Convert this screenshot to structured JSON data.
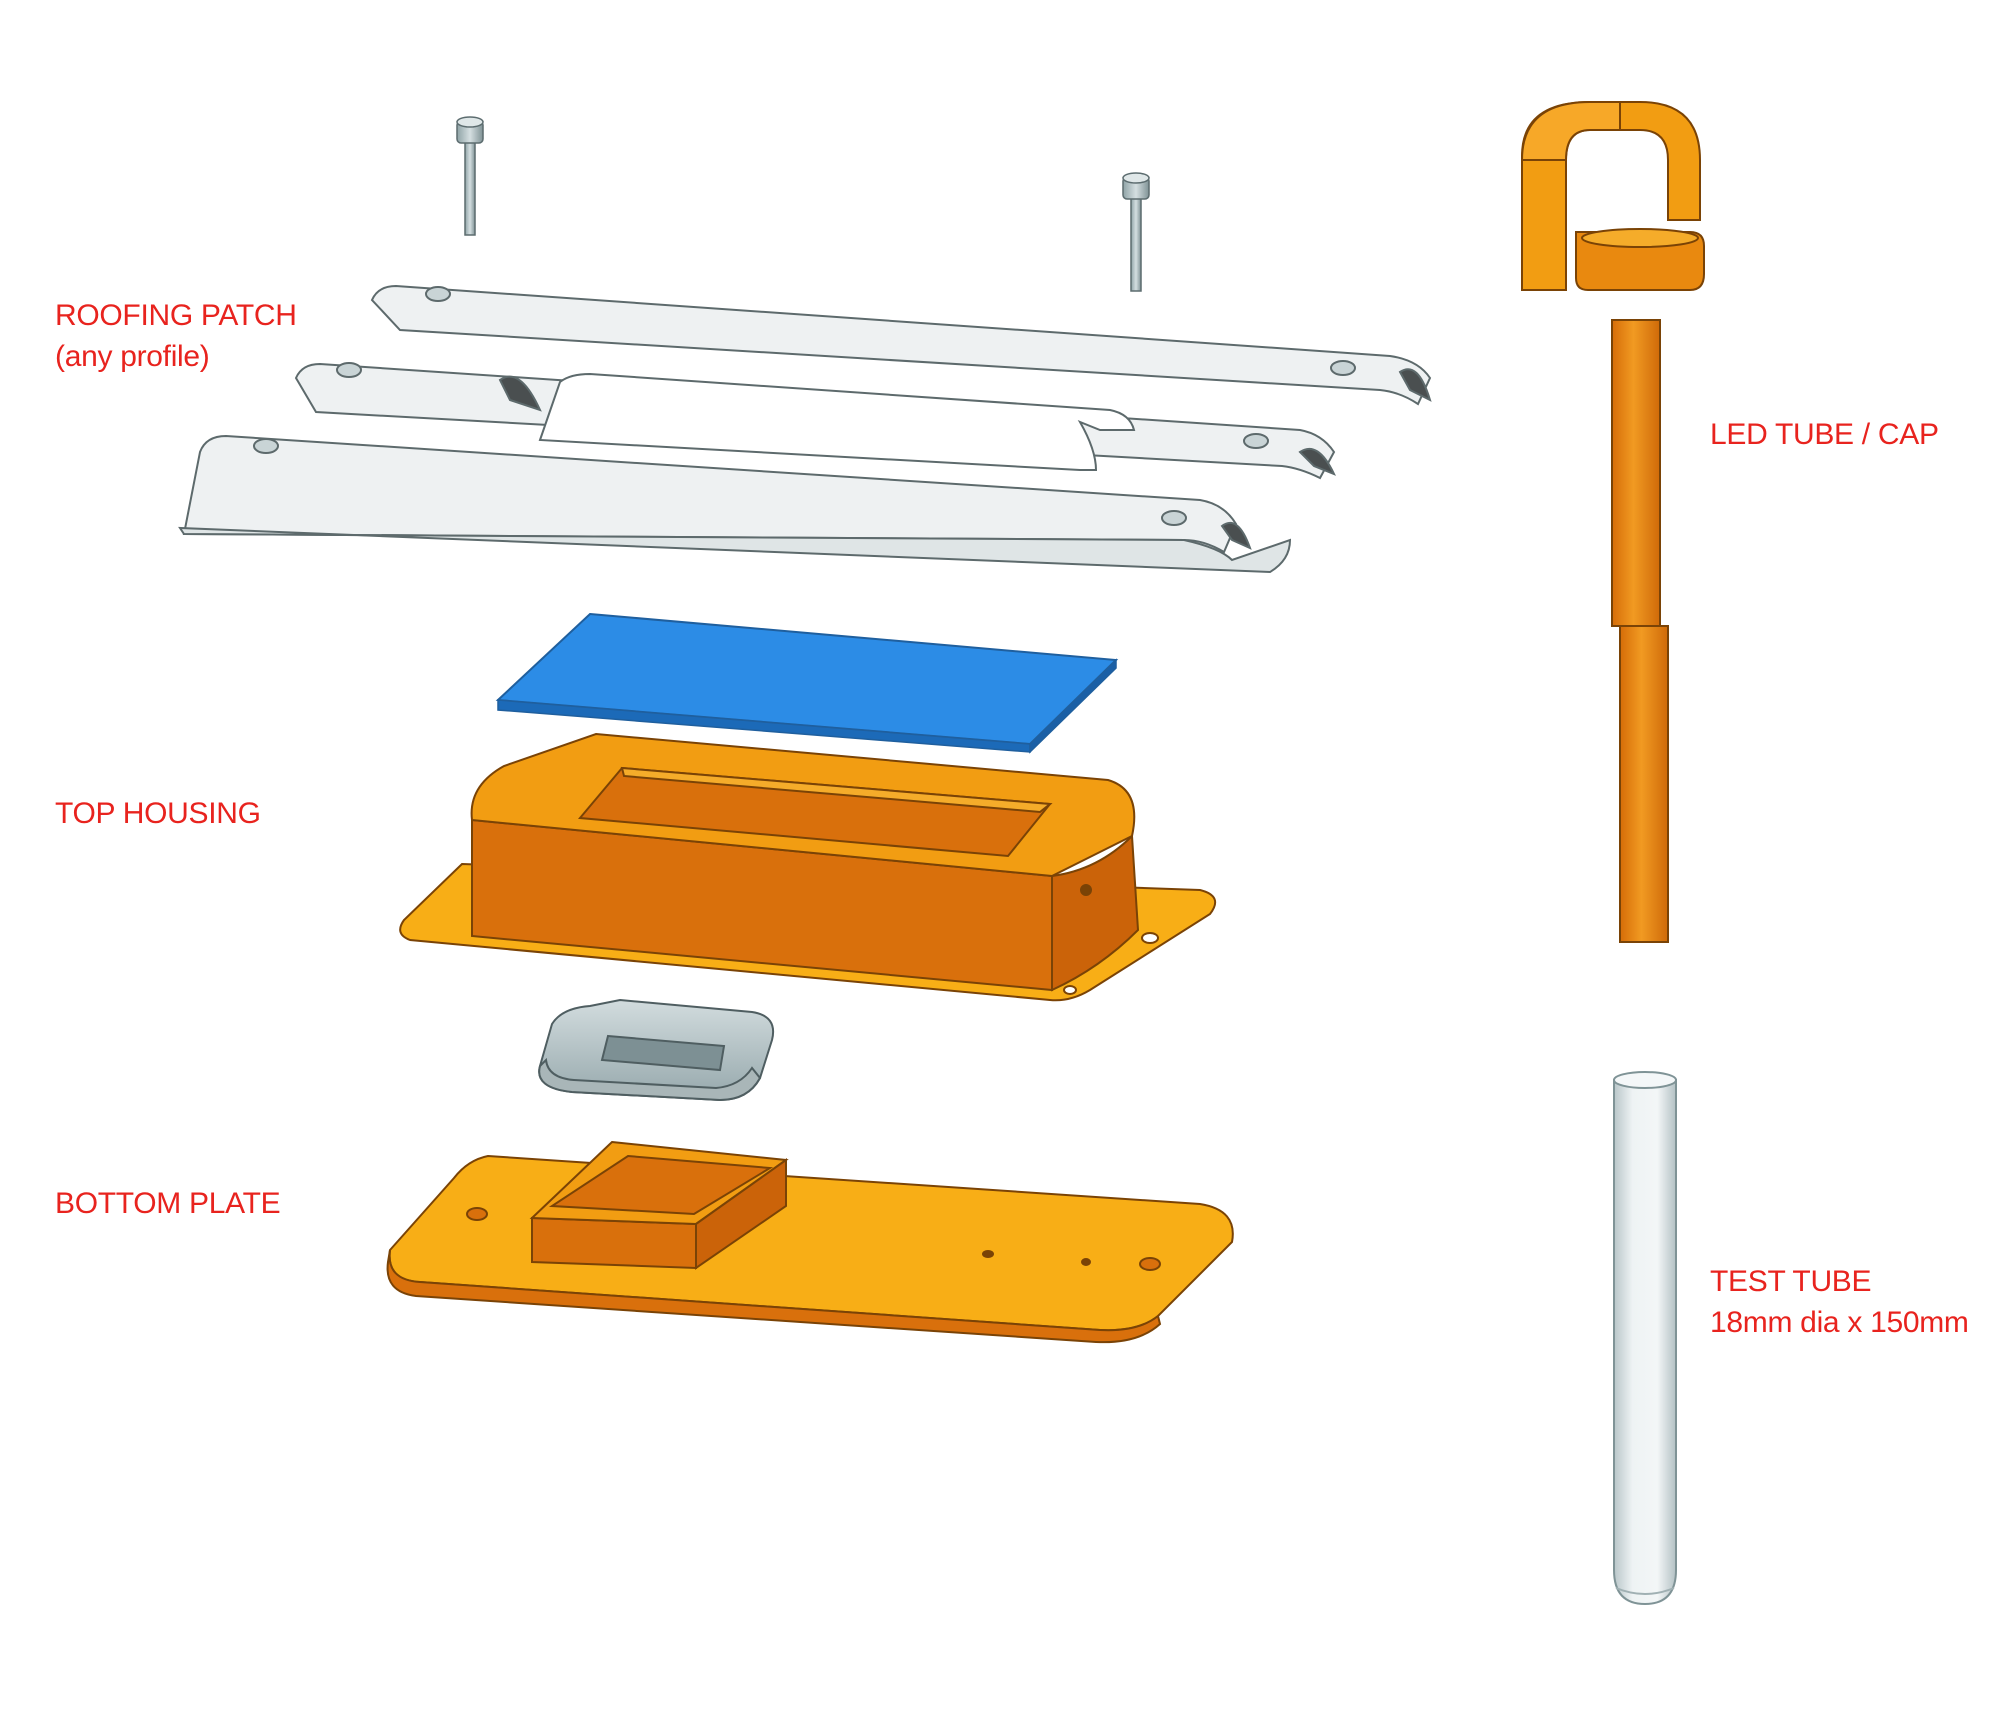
{
  "colors": {
    "label": "#e8231e",
    "orange_light": "#f8ae16",
    "orange_dark": "#d9700c",
    "orange_mid": "#e9890f",
    "blue_pad": "#2c8ce6",
    "metal": "#eef1f2",
    "battery": "#a8b7bb",
    "glass": "#dfe6e8"
  },
  "labels": {
    "roofing_patch": {
      "line1": "ROOFING PATCH",
      "line2": "(any profile)"
    },
    "top_housing": {
      "line1": "TOP HOUSING"
    },
    "bottom_plate": {
      "line1": "BOTTOM PLATE"
    },
    "led_tube": {
      "line1": "LED TUBE / CAP"
    },
    "test_tube": {
      "line1": "TEST TUBE",
      "line2": "18mm dia x 150mm"
    }
  }
}
